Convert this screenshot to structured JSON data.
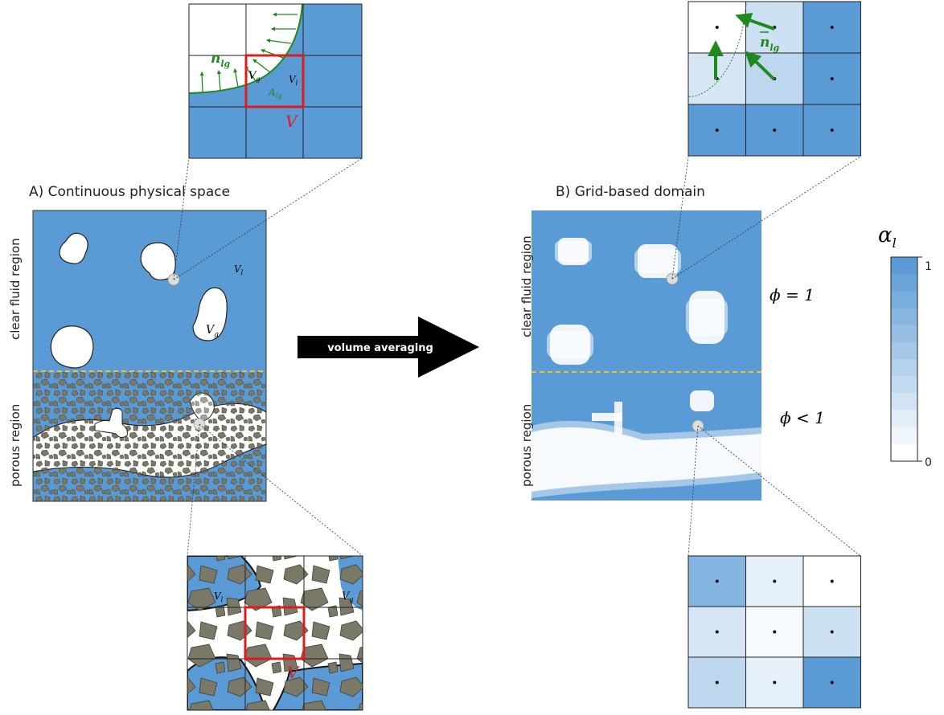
{
  "panel_a": {
    "title": "A) Continuous physical space",
    "region_clear": "clear fluid region",
    "region_porous": "porous region",
    "v_l": "V",
    "v_l_sub": "l",
    "v_g": "V",
    "v_g_sub": "g"
  },
  "panel_b": {
    "title": "B) Grid-based domain",
    "region_clear": "clear fluid region",
    "region_porous": "porous region",
    "phi_clear": "ϕ = 1",
    "phi_porous": "ϕ < 1"
  },
  "arrow": {
    "label": "volume averaging"
  },
  "zoom_top_left": {
    "normal": "n",
    "normal_sub": "lg",
    "v_g": "V",
    "v_g_sub": "g",
    "v_l": "V",
    "v_l_sub": "l",
    "area": "A",
    "area_sub": "lg",
    "volume": "V"
  },
  "zoom_top_right": {
    "normal": "n",
    "normal_sub": "lg"
  },
  "zoom_bottom_left": {
    "v_l": "V",
    "v_l_sub": "l",
    "v_g": "V",
    "v_g_sub": "g",
    "volume": "V"
  },
  "colorbar": {
    "title": "α",
    "title_sub": "l",
    "max": "1",
    "min": "0"
  },
  "colors": {
    "fluid": "#5b9bd5",
    "solid": "#7a7866",
    "interface": "#1e8a1e",
    "control_volume": "#e01b1b",
    "divider": "#f2c12e"
  },
  "alpha_grid_top_right": [
    [
      0.0,
      0.3,
      1.0
    ],
    [
      0.25,
      0.4,
      1.0
    ],
    [
      1.0,
      1.0,
      1.0
    ]
  ],
  "alpha_grid_bottom_right": [
    [
      0.75,
      0.15,
      0.0
    ],
    [
      0.25,
      0.05,
      0.3
    ],
    [
      0.4,
      0.15,
      1.0
    ]
  ]
}
